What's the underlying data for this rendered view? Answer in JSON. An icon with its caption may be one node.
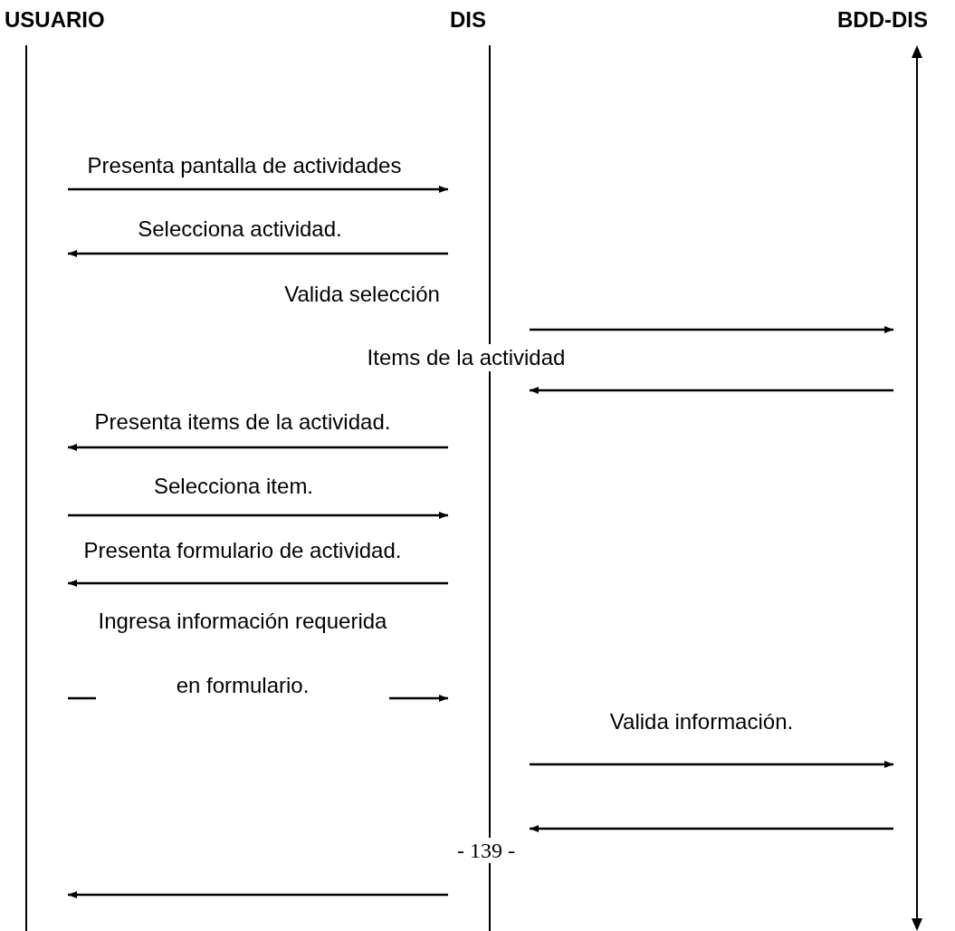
{
  "diagram": {
    "nodes": [
      {
        "text": [
          "USUARIO"
        ]
      },
      {
        "text": [
          "DIS"
        ]
      },
      {
        "text": [
          "BDD-DIS"
        ]
      }
    ],
    "edges": [
      {
        "from": 0,
        "to": 1,
        "arrow": "to",
        "label": "Presenta pantalla de actividades"
      },
      {
        "from": 1,
        "to": 0,
        "arrow": "to",
        "label": "Selecciona actividad."
      },
      {
        "from": 1,
        "to": 2,
        "arrow": "to",
        "label": "Valida selección"
      },
      {
        "from": 2,
        "to": 1,
        "arrow": "to",
        "label": "Items de la actividad"
      },
      {
        "from": 1,
        "to": 0,
        "arrow": "to",
        "label": "Presenta items de la actividad."
      },
      {
        "from": 0,
        "to": 1,
        "arrow": "to",
        "label": "Selecciona item."
      },
      {
        "from": 1,
        "to": 0,
        "arrow": "to",
        "label": "Presenta formulario de actividad."
      },
      {
        "from": 0,
        "to": 1,
        "arrow": "to",
        "label": "Ingresa información requerida en formulario."
      },
      {
        "from": 1,
        "to": 2,
        "arrow": "to",
        "label": "Valida información."
      },
      {
        "from": 2,
        "to": 1,
        "arrow": "to"
      },
      {
        "from": 1,
        "to": 0,
        "arrow": "to"
      }
    ],
    "labels": [
      "- 139 -"
    ]
  }
}
